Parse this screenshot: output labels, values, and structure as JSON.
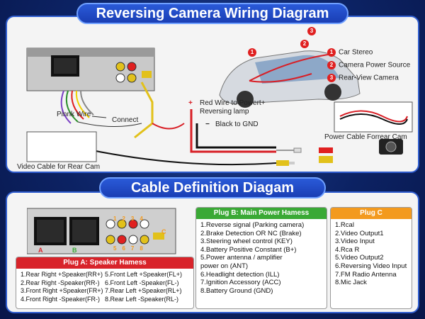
{
  "header1": "Reversing Camera Wiring Diagram",
  "header2": "Cable Definition Diagam",
  "top": {
    "pink_wire": "Pinnk Wire",
    "connect": "Connect",
    "video_cable": "Video Cable for Rear Cam",
    "red_wire_line1": "Red Wire to Powert+",
    "red_wire_line2": "Reversing lamp",
    "black_gnd": "Black to GND",
    "power_cable": "Power Cable Forrear Cam",
    "legend": [
      {
        "num": "1",
        "label": "Car Stereo"
      },
      {
        "num": "2",
        "label": "Camera Power Source"
      },
      {
        "num": "3",
        "label": "Rear-View Camera"
      }
    ],
    "car_markers": [
      "1",
      "2",
      "3"
    ],
    "plus_sign": "+",
    "minus_sign": "−"
  },
  "plug_a": {
    "title": "Plug A: Speaker Hamess",
    "left": [
      "1.Rear Right +Speaker(RR+)",
      "2.Rear Right -Speaker(RR-)",
      "3.Front Right +Speaker(FR+)",
      "4.Front Right -Speaker(FR-)"
    ],
    "right": [
      "5.Front Left +Speaker(FL+)",
      "6.Front Left -Speaker(FL-)",
      "7.Rear Left +Speaker(RL+)",
      "8.Rear Left -Speaker(RL-)"
    ]
  },
  "plug_b": {
    "title": "Plug B: Main Power Hamess",
    "items": [
      "1.Reverse signal (Parking camera)",
      "2.Brake Detection OR NC (Brake)",
      "3.Steering wheel control (KEY)",
      "4.Battery Positive Constant (B+)",
      "5.Power antenna / amplifier",
      "power on (ANT)",
      "6.Headlight detection (ILL)",
      "7.Ignition Accessory (ACC)",
      "8.Battery Ground (GND)"
    ]
  },
  "plug_c": {
    "title": "Plug C",
    "items": [
      "1.Rcal",
      "2.Video Output1",
      "3.Video Input",
      "4.Rca R",
      "5.Video Output2",
      "6.Reversing Video Input",
      "7.FM Radio Antenna",
      "8.Mic Jack"
    ]
  },
  "unit_labels": {
    "rca_top": [
      "1",
      "2",
      "3",
      "4"
    ],
    "rca_bot": [
      "5",
      "6",
      "7",
      "8"
    ],
    "plug_a_tag": "A",
    "plug_b_tag": "B",
    "plug_c_tag": "C"
  },
  "colors": {
    "accent_blue": "#1a3eb4",
    "plug_a_red": "#d8232a",
    "plug_b_green": "#3aa935",
    "plug_c_orange": "#f39a1e",
    "wire_red": "#d81f26"
  }
}
